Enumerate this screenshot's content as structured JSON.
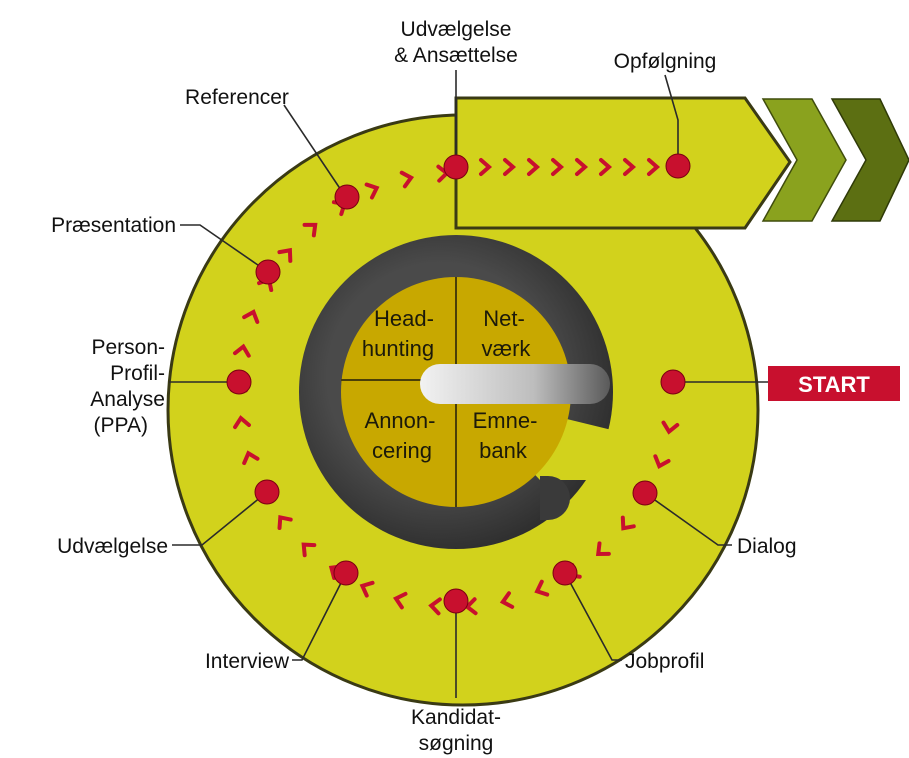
{
  "steps": {
    "start": "START",
    "dialog": "Dialog",
    "jobprofil": "Jobprofil",
    "kandidat_1": "Kandidat-",
    "kandidat_2": "søgning",
    "interview": "Interview",
    "udvaelgelse": "Udvælgelse",
    "ppa_1": "Person-",
    "ppa_2": "Profil-",
    "ppa_3": "Analyse",
    "ppa_4": "(PPA)",
    "praesentation": "Præsentation",
    "referencer": "Referencer",
    "ansaettelse_1": "Udvælgelse",
    "ansaettelse_2": "& Ansættelse",
    "opfolgning": "Opfølgning"
  },
  "sources": {
    "headhunting_1": "Head-",
    "headhunting_2": "hunting",
    "netvaerk_1": "Net-",
    "netvaerk_2": "værk",
    "annoncering_1": "Annon-",
    "annoncering_2": "cering",
    "emnebank_1": "Emne-",
    "emnebank_2": "bank"
  },
  "colors": {
    "disc": "#d2d21c",
    "disc_edge": "#3a3a14",
    "inner_fill": "#c8a800",
    "e_ring": "#3a3a3a",
    "dot": "#c8102e",
    "chevron_dark": "#5c6f12",
    "chevron_light": "#8aa21e",
    "start_bg": "#c8102e"
  }
}
